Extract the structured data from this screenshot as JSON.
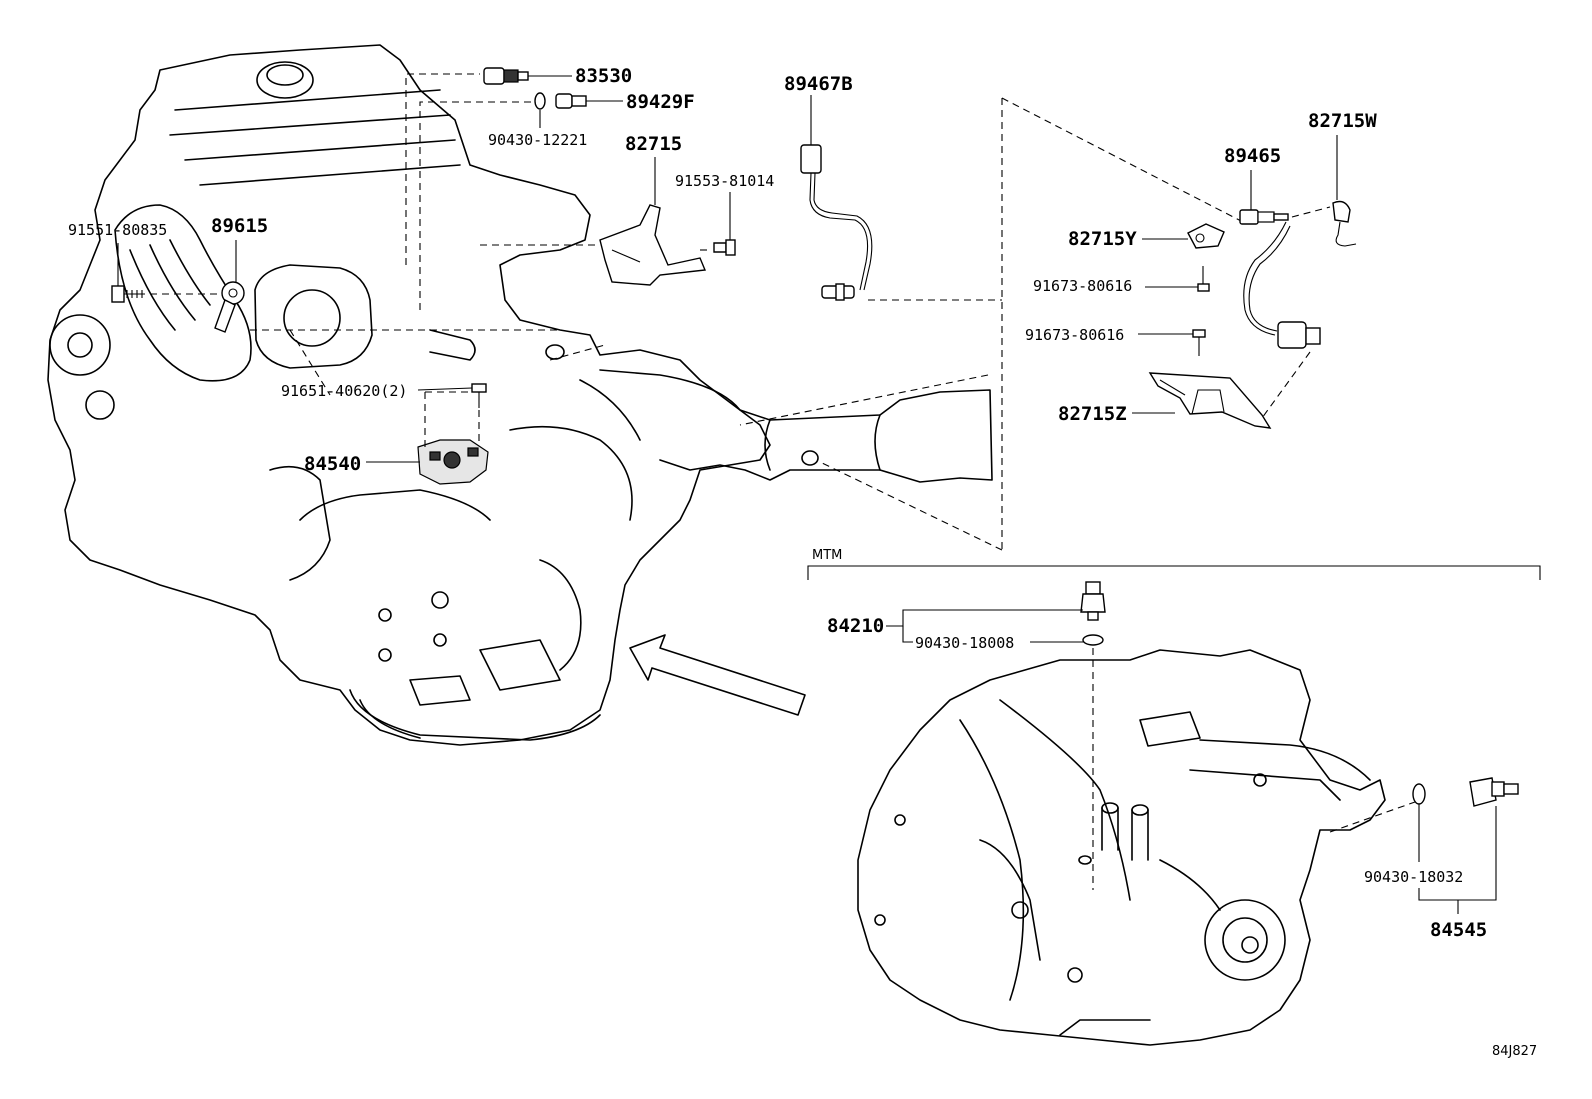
{
  "labels": {
    "p83530": "83530",
    "p89429F": "89429F",
    "p90430_12221": "90430-12221",
    "p89467B": "89467B",
    "p82715": "82715",
    "p91553_81014": "91553-81014",
    "p91551_80835": "91551-80835",
    "p89615": "89615",
    "p91651_40620": "91651-40620(2)",
    "p84540": "84540",
    "p89465": "89465",
    "p82715W": "82715W",
    "p82715Y": "82715Y",
    "p91673_80616_a": "91673-80616",
    "p91673_80616_b": "91673-80616",
    "p82715Z": "82715Z",
    "mtm": "MTM",
    "p84210": "84210",
    "p90430_18008": "90430-18008",
    "p90430_18032": "90430-18032",
    "p84545": "84545",
    "diagram_code": "84J827"
  }
}
